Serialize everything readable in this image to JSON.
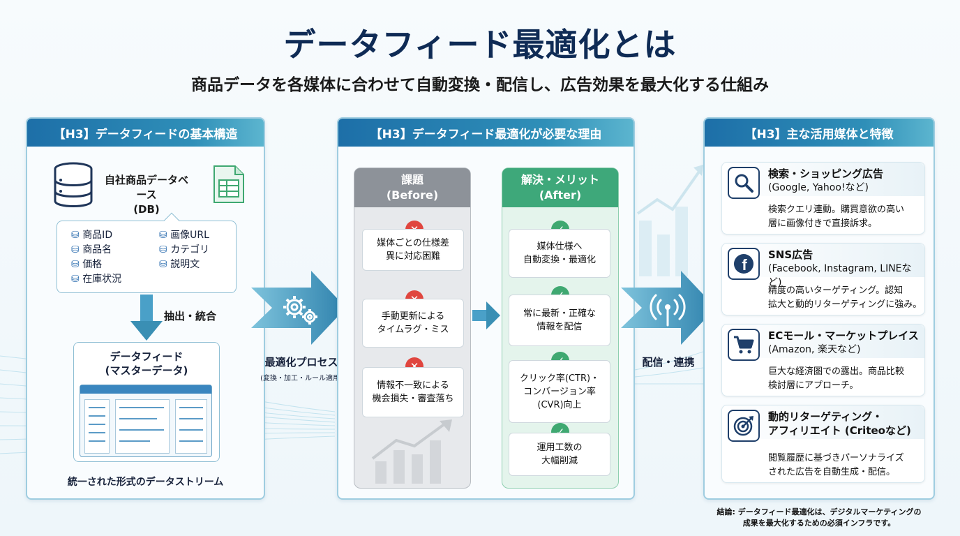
{
  "title": "データフィード最適化とは",
  "subtitle": "商品データを各媒体に合わせて自動変換・配信し、広告効果を最大化する仕組み",
  "colors": {
    "header_blue": "#1d6fa8",
    "before_gray": "#8d9299",
    "after_green": "#3ea87a",
    "title_navy": "#0f2b55",
    "error_red": "#e0463f",
    "check_green": "#3fa871",
    "arrow_teal": "#3a8fb4"
  },
  "left_panel": {
    "header": "【H3】データフィードの基本構造",
    "db_label_line1": "自社商品データベース",
    "db_label_line2": "(DB)",
    "fields_left": [
      "商品ID",
      "商品名",
      "価格",
      "在庫状況"
    ],
    "fields_right": [
      "画像URL",
      "カテゴリ",
      "説明文"
    ],
    "extract_label": "抽出・統合",
    "feed_title_line1": "データフィード",
    "feed_title_line2": "(マスターデータ)",
    "stream_caption": "統一された形式のデータストリーム",
    "icons": [
      "database-icon",
      "spreadsheet-icon"
    ]
  },
  "process": {
    "label": "最適化プロセス",
    "sublabel": "(変換・加工・ルール適用)",
    "icon": "gears-icon"
  },
  "middle_panel": {
    "header": "【H3】データフィード最適化が必要な理由",
    "before_title": "課題",
    "before_sub": "(Before)",
    "after_title": "解決・メリット",
    "after_sub": "(After)",
    "before_items": [
      {
        "line1": "媒体ごとの仕様差",
        "line2": "異に対応困難"
      },
      {
        "line1": "手動更新による",
        "line2": "タイムラグ・ミス"
      },
      {
        "line1": "情報不一致による",
        "line2": "機会損失・審査落ち"
      }
    ],
    "after_items": [
      {
        "line1": "媒体仕様へ",
        "line2": "自動変換・最適化",
        "line3": ""
      },
      {
        "line1": "常に最新・正確な",
        "line2": "情報を配信",
        "line3": ""
      },
      {
        "line1": "クリック率(CTR)・",
        "line2": "コンバージョン率",
        "line3": "(CVR)向上"
      },
      {
        "line1": "運用工数の",
        "line2": "大幅削減",
        "line3": ""
      }
    ]
  },
  "distribution": {
    "label": "配信・連携",
    "icon": "broadcast-antenna-icon"
  },
  "right_panel": {
    "header": "【H3】主な活用媒体と特徴",
    "media": [
      {
        "icon": "search-icon",
        "title": "検索・ショッピング広告",
        "subtitle": "(Google, Yahoo!など)",
        "desc1": "検索クエリ連動。購買意欲の高い",
        "desc2": "層に画像付きで直接訴求。"
      },
      {
        "icon": "facebook-icon",
        "title": "SNS広告",
        "subtitle": "(Facebook, Instagram, LINEなど)",
        "desc1": "精度の高いターゲティング。認知",
        "desc2": "拡大と動的リターゲティングに強み。"
      },
      {
        "icon": "shopping-cart-icon",
        "title": "ECモール・マーケットプレイス",
        "subtitle": "(Amazon, 楽天など)",
        "desc1": "巨大な経済圏での露出。商品比較",
        "desc2": "検討層にアプローチ。"
      },
      {
        "icon": "target-icon",
        "title": "動的リターゲティング・",
        "subtitle": "アフィリエイト (Criteoなど)",
        "desc1": "閲覧履歴に基づきパーソナライズ",
        "desc2": "された広告を自動生成・配信。"
      }
    ]
  },
  "conclusion_line1": "結論: データフィード最適化は、デジタルマーケティングの",
  "conclusion_line2": "成果を最大化するための必須インフラです。"
}
